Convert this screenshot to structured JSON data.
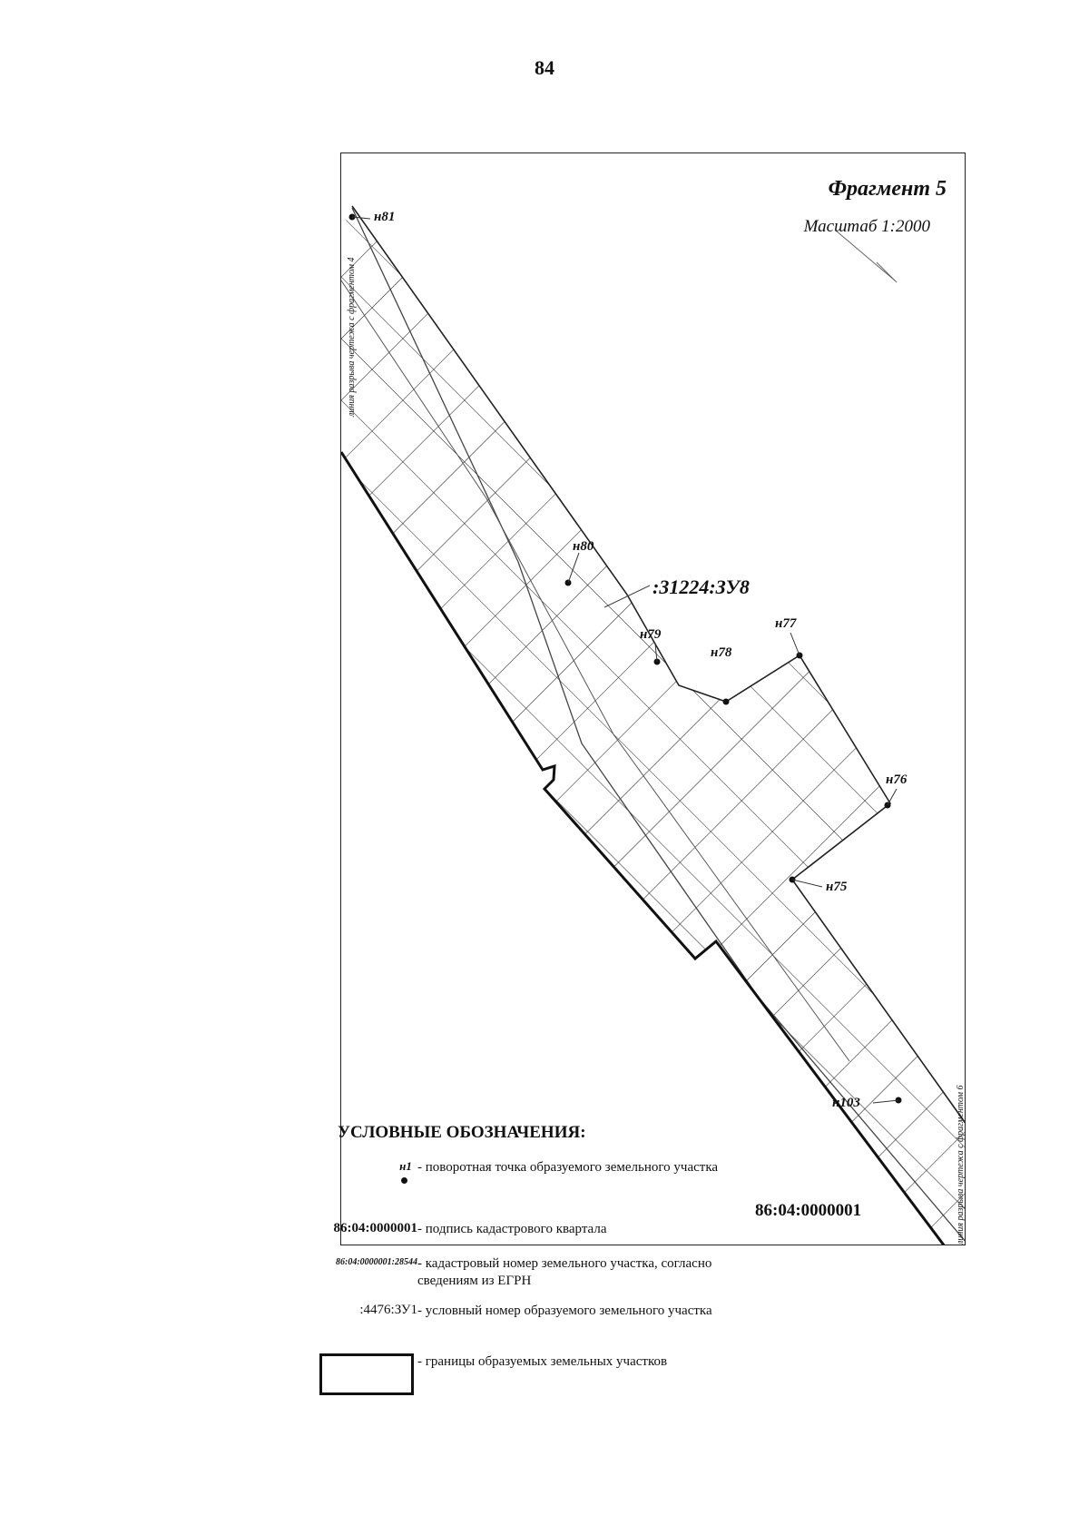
{
  "page": {
    "number": "84"
  },
  "map": {
    "fragment_title": "Фрагмент 5",
    "scale": "Масштаб 1:2000",
    "edge_note_left": "линия разрыва чертежа с фрагментом 4",
    "edge_note_right": "линия разрыва чертежа с фрагментом 6",
    "parcel_label": ":31224:ЗУ8",
    "quarter_label": "86:04:0000001",
    "points": [
      {
        "id": "н81"
      },
      {
        "id": "н80"
      },
      {
        "id": "н79"
      },
      {
        "id": "н78"
      },
      {
        "id": "н77"
      },
      {
        "id": "н76"
      },
      {
        "id": "н75"
      },
      {
        "id": "н103"
      }
    ]
  },
  "legend": {
    "title": "УСЛОВНЫЕ ОБОЗНАЧЕНИЯ:",
    "items": [
      {
        "symbol": "н1",
        "description": "- поворотная точка образуемого земельного участка"
      },
      {
        "symbol": "86:04:0000001",
        "description": "- подпись кадастрового квартала"
      },
      {
        "symbol": "86:04:0000001:28544",
        "description": "- кадастровый номер земельного участка, согласно сведениям из ЕГРН"
      },
      {
        "symbol": ":4476:ЗУ1",
        "description": "- условный номер образуемого земельного участка"
      },
      {
        "symbol": "",
        "description": "- границы образуемых земельных участков"
      }
    ]
  }
}
